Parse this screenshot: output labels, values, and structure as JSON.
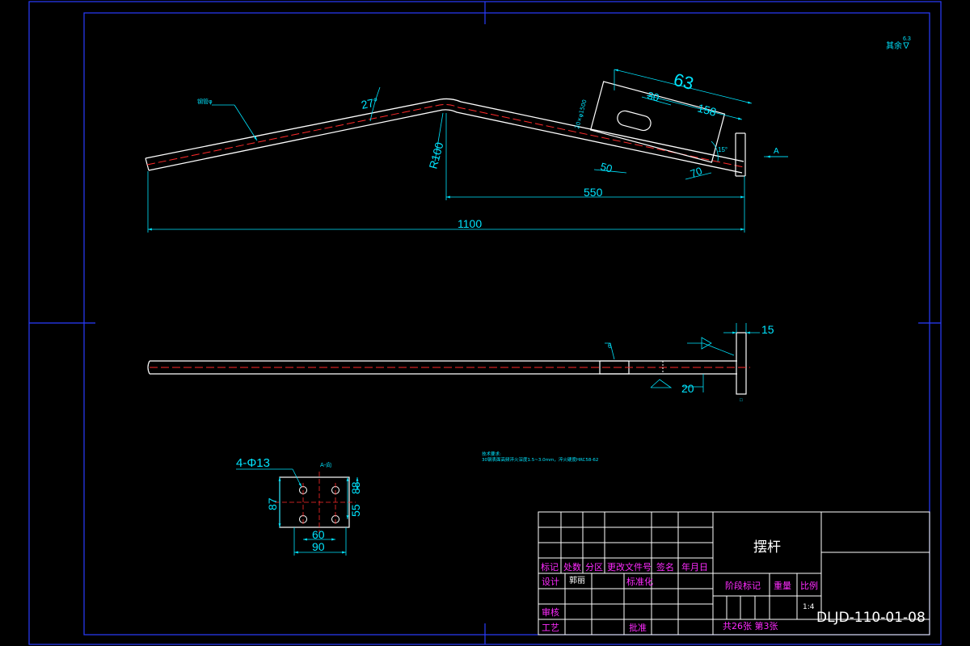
{
  "drawing": {
    "roughness": "其余∇",
    "roughness_value": "6.3",
    "leader_note": "钢管φ",
    "front_view": {
      "angle_left": "27°",
      "radius": "R100",
      "angle_right": "15°",
      "plate_width": "63",
      "slot_offset": "30",
      "slot_len": "158",
      "bottom_50": "50",
      "bottom_70": "70",
      "bend_size": "20×φ1500",
      "len_550": "550",
      "len_1100": "1100",
      "view_label": "A"
    },
    "top_view": {
      "plate_thk": "15",
      "dim_20": "20",
      "weld_left": "6",
      "weld_right": "",
      "plate_mark": "□"
    },
    "plate_view": {
      "holes": "4-Φ13",
      "view_name": "A-向",
      "h_87": "87",
      "h_55": "55",
      "h_88": "88",
      "w_60": "60",
      "w_90": "90"
    },
    "tech_req": {
      "title": "技术要求:",
      "line1": "30钢表面高频淬火深度1.5~3.0mm，淬火硬度HRC58-62"
    }
  },
  "title_block": {
    "part_name": "摆杆",
    "drawing_no": "DLJD-110-01-08",
    "headers": [
      "标记",
      "处数",
      "分区",
      "更改文件号",
      "签名",
      "年月日"
    ],
    "design": "设计",
    "designer": "郭丽",
    "standardize": "标准化",
    "stage_mark": "阶段标记",
    "weight": "重量",
    "scale": "比例",
    "scale_value": "1:4",
    "review": "审核",
    "process": "工艺",
    "approve": "批准",
    "sheets": "共26张 第3张"
  }
}
